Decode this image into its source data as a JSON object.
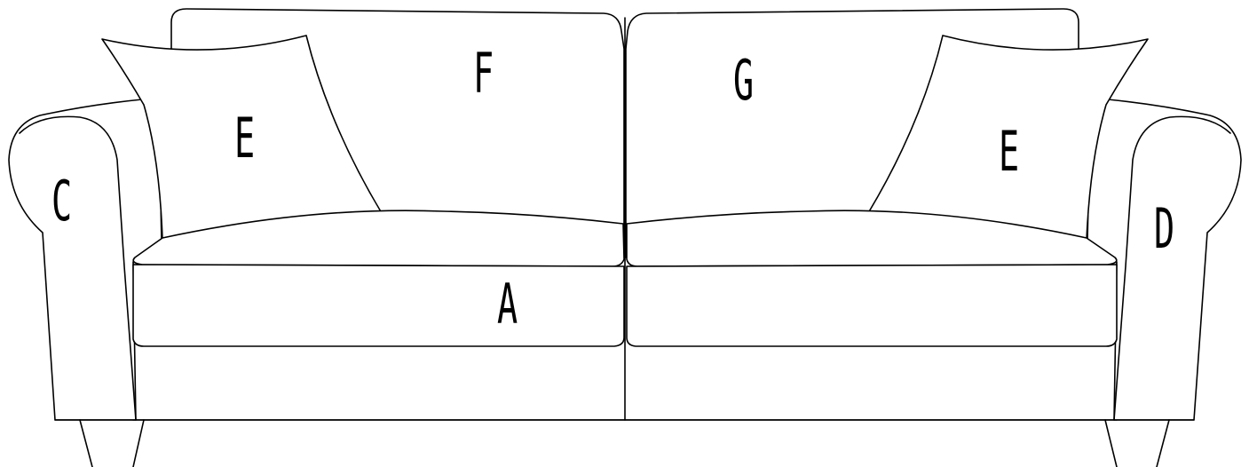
{
  "diagram": {
    "labels": {
      "seat_cushion": "A",
      "left_arm": "C",
      "right_arm": "D",
      "left_pillow": "E",
      "right_pillow": "E",
      "left_back_cushion": "F",
      "right_back_cushion": "G"
    }
  }
}
